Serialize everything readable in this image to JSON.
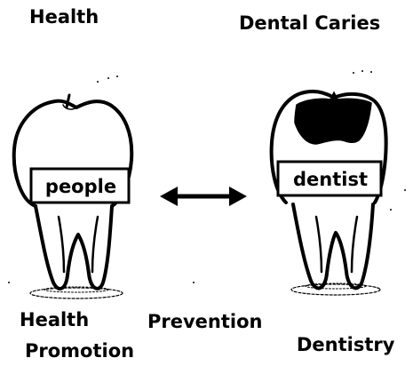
{
  "headings": {
    "left": "Health",
    "right": "Dental Caries"
  },
  "teeth": {
    "left_crown_word": "people",
    "right_crown_word": "dentist"
  },
  "bottom_labels": {
    "left_line1": "Health",
    "left_line2": "Promotion",
    "center": "Prevention",
    "right": "Dentistry"
  },
  "icons": {
    "left": "healthy-tooth-icon",
    "right": "decayed-tooth-icon",
    "middle": "double-headed-arrow-icon"
  },
  "colors": {
    "ink": "#000000",
    "background": "#ffffff",
    "decay": "#000000"
  }
}
